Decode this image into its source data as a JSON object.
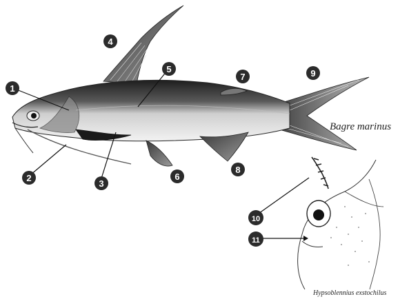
{
  "figure": {
    "captions": {
      "main_species": "Bagre marinus",
      "inset_species": "Hypsoblennius exstochilus"
    },
    "labels": [
      "1",
      "2",
      "3",
      "4",
      "5",
      "6",
      "7",
      "8",
      "9",
      "10",
      "11"
    ]
  }
}
